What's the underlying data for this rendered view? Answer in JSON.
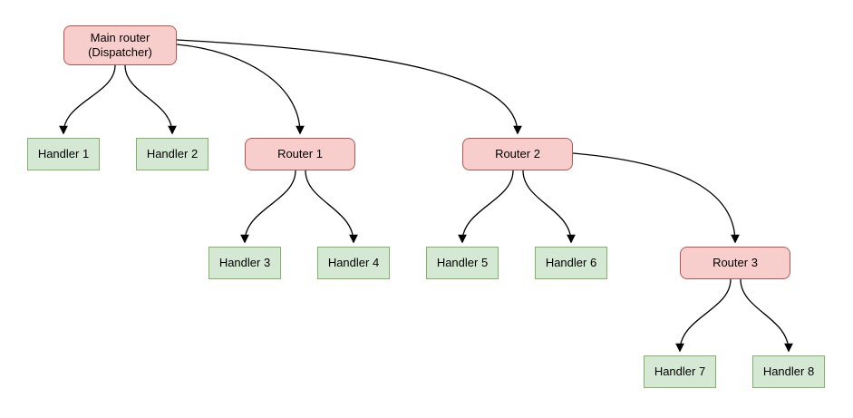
{
  "diagram": {
    "type": "tree",
    "colors": {
      "router_fill": "#f8cecc",
      "router_border": "#b85450",
      "handler_fill": "#d5e8d4",
      "handler_border": "#82b366",
      "edge_color": "#000000",
      "background": "#ffffff"
    },
    "nodes": {
      "main_router": {
        "label": "Main router\n(Dispatcher)",
        "type": "router"
      },
      "handler_1": {
        "label": "Handler 1",
        "type": "handler"
      },
      "handler_2": {
        "label": "Handler 2",
        "type": "handler"
      },
      "router_1": {
        "label": "Router 1",
        "type": "router"
      },
      "router_2": {
        "label": "Router 2",
        "type": "router"
      },
      "handler_3": {
        "label": "Handler 3",
        "type": "handler"
      },
      "handler_4": {
        "label": "Handler 4",
        "type": "handler"
      },
      "handler_5": {
        "label": "Handler 5",
        "type": "handler"
      },
      "handler_6": {
        "label": "Handler 6",
        "type": "handler"
      },
      "router_3": {
        "label": "Router 3",
        "type": "router"
      },
      "handler_7": {
        "label": "Handler 7",
        "type": "handler"
      },
      "handler_8": {
        "label": "Handler 8",
        "type": "handler"
      }
    },
    "edges": [
      {
        "from": "main_router",
        "to": "handler_1"
      },
      {
        "from": "main_router",
        "to": "handler_2"
      },
      {
        "from": "main_router",
        "to": "router_1"
      },
      {
        "from": "main_router",
        "to": "router_2"
      },
      {
        "from": "router_1",
        "to": "handler_3"
      },
      {
        "from": "router_1",
        "to": "handler_4"
      },
      {
        "from": "router_2",
        "to": "handler_5"
      },
      {
        "from": "router_2",
        "to": "handler_6"
      },
      {
        "from": "router_2",
        "to": "router_3"
      },
      {
        "from": "router_3",
        "to": "handler_7"
      },
      {
        "from": "router_3",
        "to": "handler_8"
      }
    ]
  }
}
